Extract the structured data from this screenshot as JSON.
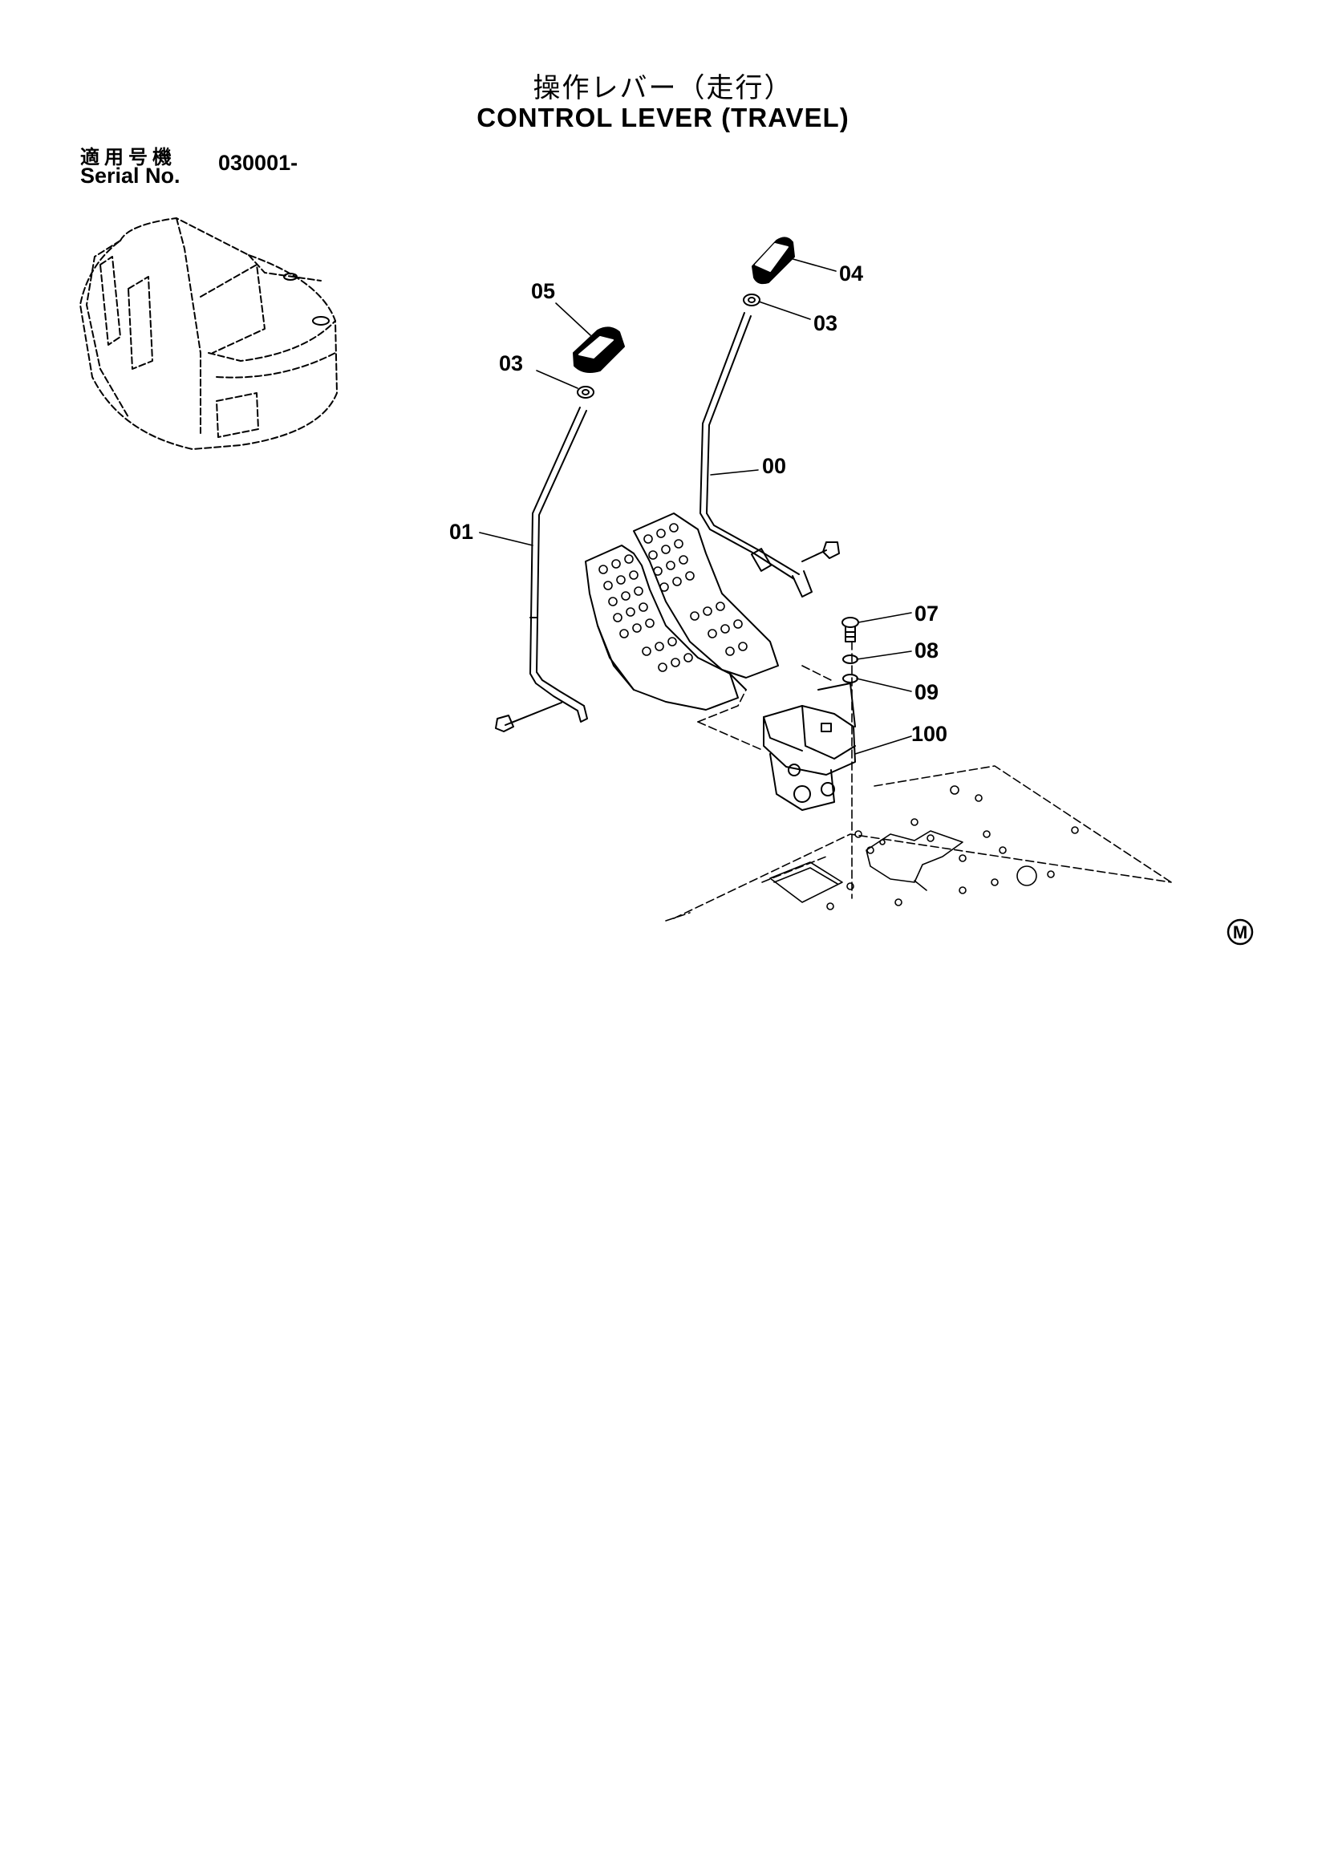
{
  "header": {
    "title_jp": "操作レバー（走行）",
    "title_en": "CONTROL LEVER (TRAVEL)"
  },
  "serial": {
    "label_jp": "適用号機",
    "label_en": "Serial No.",
    "value": "030001-"
  },
  "callouts": {
    "p04": "04",
    "p05": "05",
    "p03_left": "03",
    "p03_right": "03",
    "p00": "00",
    "p01": "01",
    "p07": "07",
    "p08": "08",
    "p09": "09",
    "p100": "100"
  },
  "footer_mark": "M"
}
